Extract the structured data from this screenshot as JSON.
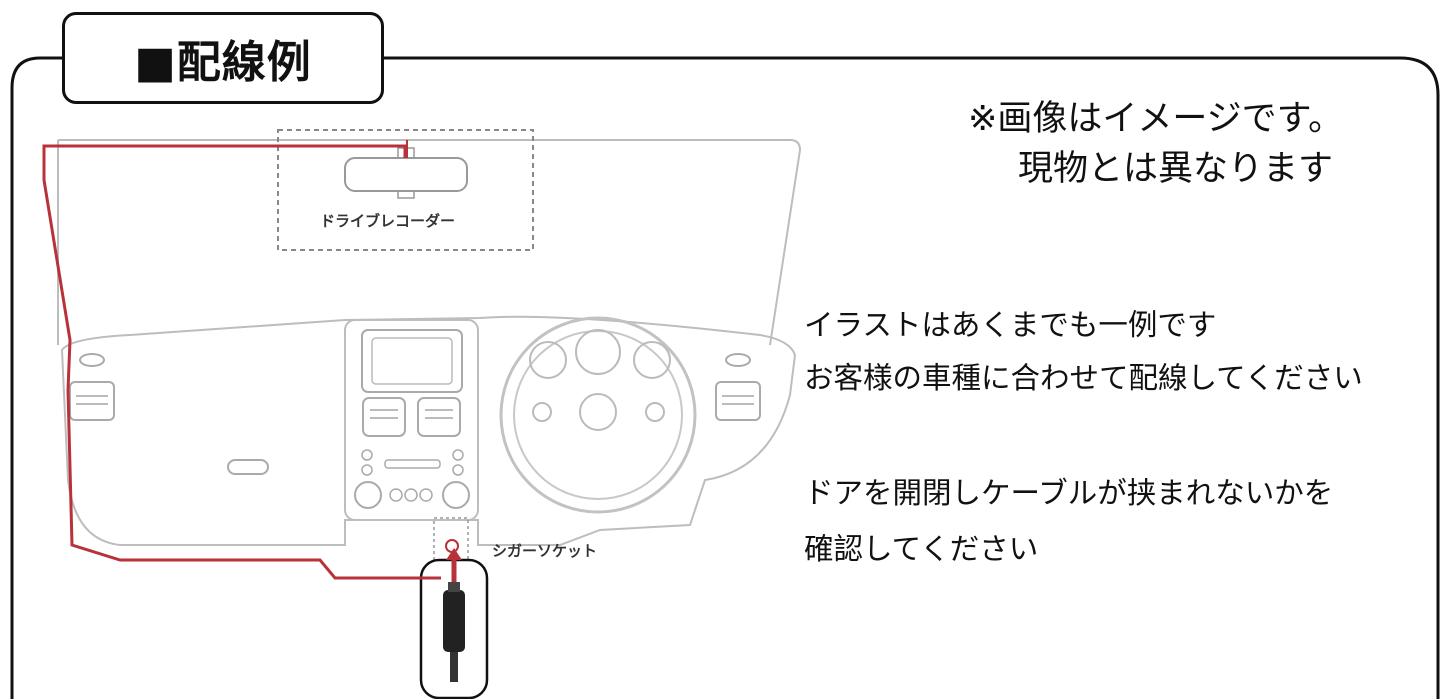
{
  "title": "■配線例",
  "note": {
    "line1": "※画像はイメージです。",
    "line2": "現物とは異なります"
  },
  "instructions": {
    "line1": "イラストはあくまでも一例です",
    "line2": "お客様の車種に合わせて配線してください",
    "line3": "ドアを開閉しケーブルが挟まれないかを",
    "line4": "確認してください"
  },
  "labels": {
    "dashcam": "ドライブレコーダー",
    "socket": "シガーソケット"
  },
  "colors": {
    "cable": "#b8323a",
    "frame": "#111111",
    "outline": "#b9b9b9"
  }
}
